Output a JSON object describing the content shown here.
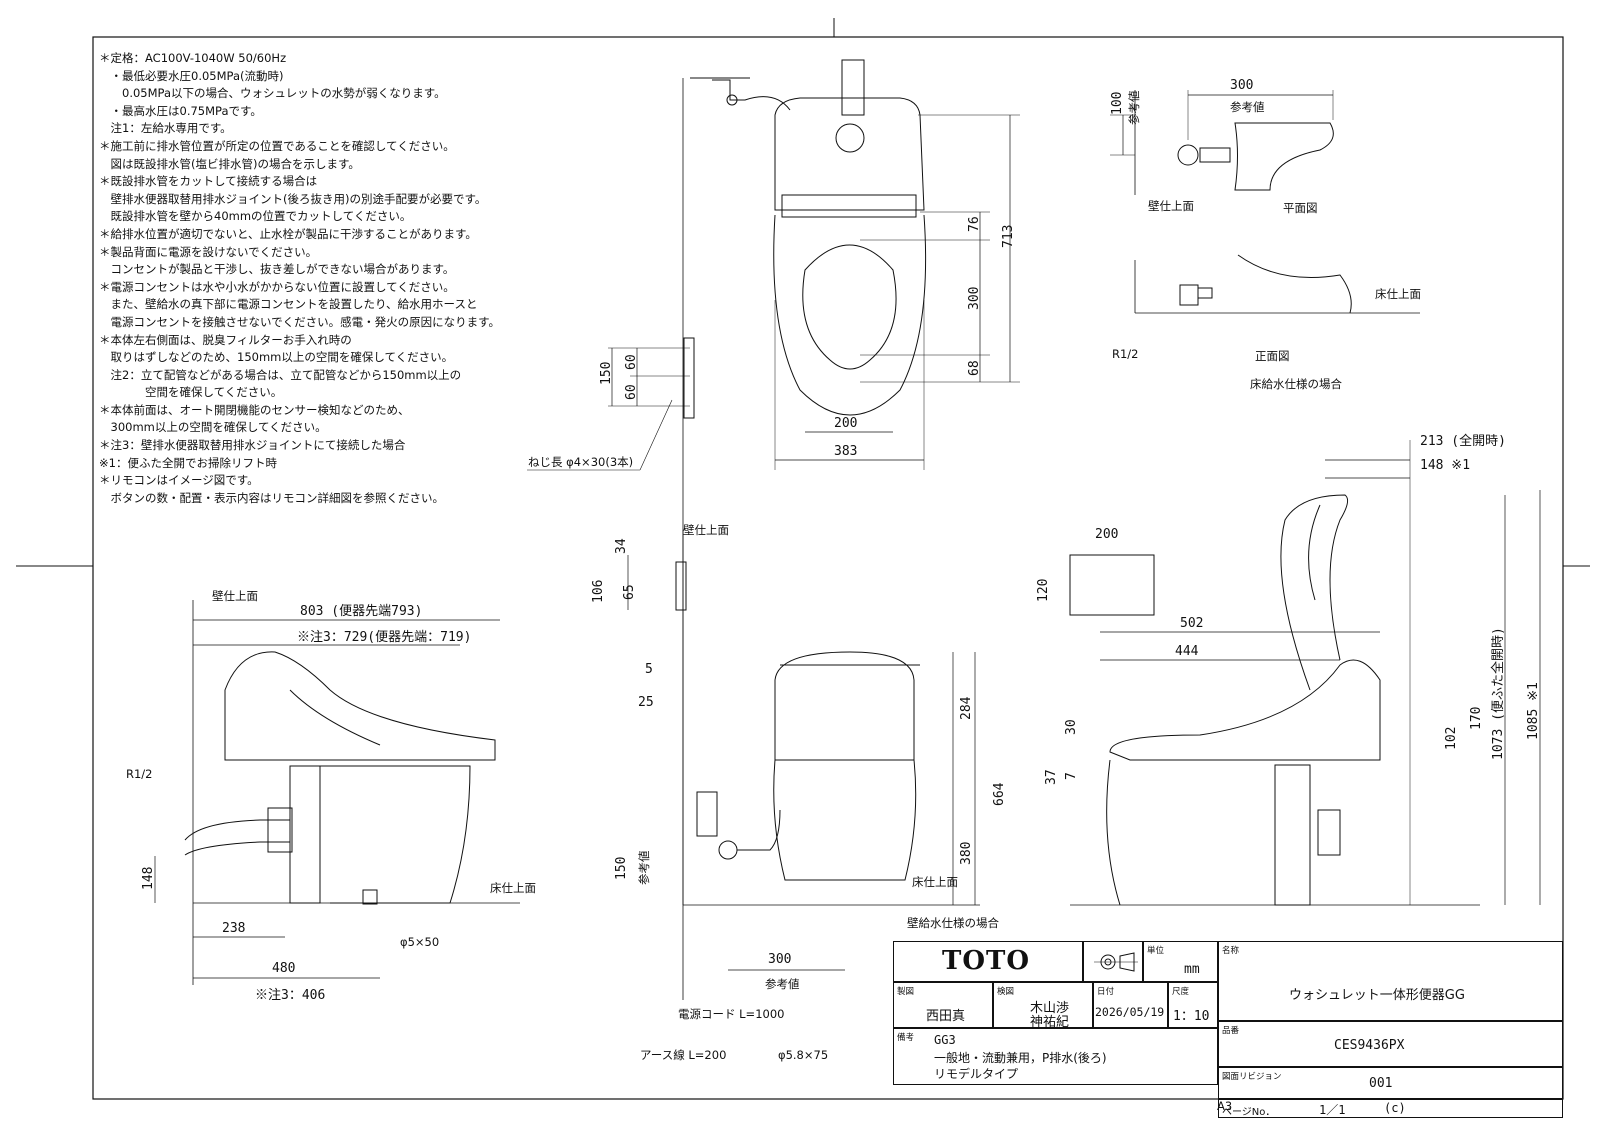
{
  "notes": [
    "＊定格：AC100V-1040W 50/60Hz",
    "　・最低必要水圧0.05MPa(流動時)",
    "　　0.05MPa以下の場合、ウォシュレットの水勢が弱くなります。",
    "　・最高水圧は0.75MPaです。",
    "　注1：左給水専用です。",
    "＊施工前に排水管位置が所定の位置であることを確認してください。",
    "　図は既設排水管(塩ビ排水管)の場合を示します。",
    "＊既設排水管をカットして接続する場合は",
    "　壁排水便器取替用排水ジョイント(後ろ抜き用)の別途手配要が必要です。",
    "　既設排水管を壁から40mmの位置でカットしてください。",
    "＊給排水位置が適切でないと、止水栓が製品に干渉することがあります。",
    "＊製品背面に電源を設けないでください。",
    "　コンセントが製品と干渉し、抜き差しができない場合があります。",
    "＊電源コンセントは水や小水がかからない位置に設置してください。",
    "　また、壁給水の真下部に電源コンセントを設置したり、給水用ホースと",
    "　電源コンセントを接触させないでください。感電・発火の原因になります。",
    "＊本体左右側面は、脱臭フィルターお手入れ時の",
    "　取りはずしなどのため、150mm以上の空間を確保してください。",
    "　注2：立て配管などがある場合は、立て配管などから150mm以上の",
    "　　　　空間を確保してください。",
    "＊本体前面は、オート開閉機能のセンサー検知などのため、",
    "　300mm以上の空間を確保してください。",
    "＊注3：壁排水便器取替用排水ジョイントにて接続した場合",
    "※1：便ふた全開でお掃除リフト時",
    "＊リモコンはイメージ図です。",
    "　ボタンの数・配置・表示内容はリモコン詳細図を参照ください。"
  ],
  "labels": {
    "wall_finish": "壁仕上面",
    "floor_finish": "床仕上面",
    "reference": "参考値",
    "plan_view": "平面図",
    "front_view": "正面図",
    "floor_supply": "床給水仕様の場合",
    "wall_supply": "壁給水仕様の場合",
    "r12": "R1/2",
    "screw": "ねじ長 φ4×30(3本)",
    "power_cord": "電源コード L=1000",
    "earth_wire": "アース線 L=200",
    "phi58": "φ5.8×75",
    "phi5": "φ5×50",
    "a3": "A3"
  },
  "dims": {
    "top_713": "713",
    "top_76": "76",
    "top_300v": "300",
    "top_68": "68",
    "top_200": "200",
    "top_383": "383",
    "rc_150": "150",
    "rc_60a": "60",
    "rc_60b": "60",
    "pl_100": "100",
    "pl_300": "300",
    "sv_803": "803 (便器先端793)",
    "sv_729": "※注3：729(便器先端：719)",
    "sv_148": "148",
    "sv_238": "238",
    "sv_480": "480",
    "sv_406": "※注3：406",
    "fv_34": "34",
    "fv_106": "106",
    "fv_65": "65",
    "fv_5": "5",
    "fv_25": "25",
    "fv_284": "284",
    "fv_664": "664",
    "fv_380": "380",
    "fv_150": "150",
    "fv_300": "300",
    "rs_213": "213 (全開時)",
    "rs_148": "148 ※1",
    "rs_200": "200",
    "rs_120": "120",
    "rs_502": "502",
    "rs_444": "444",
    "rs_30": "30",
    "rs_37": "37",
    "rs_7": "7",
    "rs_102": "102",
    "rs_170": "170",
    "rs_1073": "1073 (便ふた全開時)",
    "rs_1085": "1085 ※1"
  },
  "title_block": {
    "logo": "TOTO",
    "unit_cap": "単位",
    "unit": "mm",
    "name_cap": "名称",
    "name": "ウォシュレット一体形便器GG",
    "drawn_cap": "製図",
    "drawn": "西田真",
    "checked_cap": "検図",
    "checked1": "木山渉",
    "checked2": "神祐紀",
    "date_cap": "日付",
    "date": "2026/05/19",
    "scale_cap": "尺度",
    "scale": "1：10",
    "model_cap": "品番",
    "model": "CES9436PX",
    "remarks_cap": "備考",
    "remark1": "GG3",
    "remark2": "一般地・流動兼用，P排水(後ろ)",
    "remark3": "リモデルタイプ",
    "rev_cap": "図面リビジョン",
    "rev": "001",
    "page_cap": "ページNo．",
    "page": "1／1",
    "sheet": "(c)"
  }
}
